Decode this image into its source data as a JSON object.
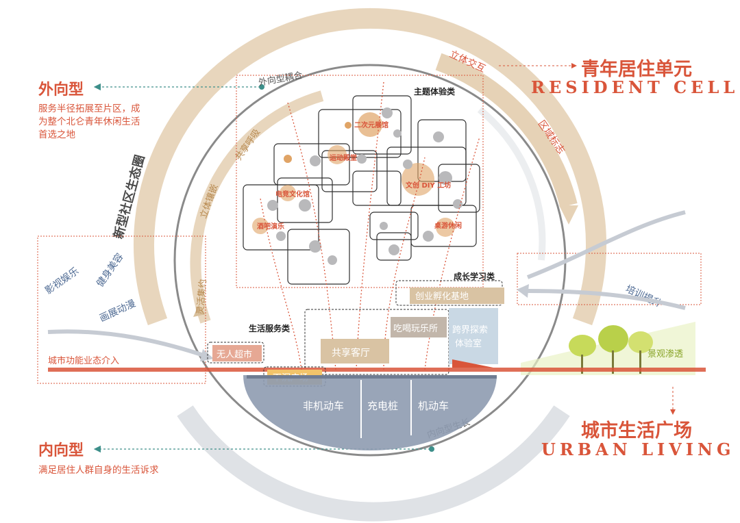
{
  "left_panel": {
    "outward": {
      "title": "外向型",
      "desc_line1": "服务半径拓展至片区，成",
      "desc_line2": "为整个北仑青年休闲生活",
      "desc_line3": "首选之地"
    },
    "inward": {
      "title": "内向型",
      "desc": "满足居住人群自身的生活诉求"
    },
    "side_items": [
      "影视娱乐",
      "健身美容",
      "画展动漫"
    ],
    "ring_label": "新型社区生态圈"
  },
  "right_panel": {
    "resident": {
      "cn": "青年居住单元",
      "en": "RESIDENT CELL"
    },
    "urban": {
      "cn": "城市生活广场",
      "en": "URBAN LIVING"
    },
    "training": "培训提升",
    "landscape": "景观渗透"
  },
  "ring_labels": {
    "outward_coupling": "外向型耦合",
    "inward_growth": "内向型生长",
    "interactive_3d": "立体交互",
    "landmark": "区域标志",
    "shared_breath": "共享呼吸",
    "vertical_mosaic": "立体镶嵌",
    "flexible_intensive": "灵活集约"
  },
  "categories": {
    "theme": "主题体验类",
    "growth": "成长学习类",
    "service": "生活服务类"
  },
  "theme_spots": [
    "二次元展馆",
    "运动殿堂",
    "文创 DIY 工坊",
    "电竞文化馆",
    "酒吧演乐",
    "桌游休闲"
  ],
  "functions": {
    "supermarket": "无人超市",
    "sunken_plaza": "下沉广场",
    "shared_lounge": "共享客厅",
    "food_fun": "吃喝玩乐所",
    "explore_1": "跨界探索",
    "explore_2": "体验室",
    "startup": "创业孵化基地",
    "city_intro": "城市功能业态介入"
  },
  "parking": [
    "非机动车",
    "充电桩",
    "机动车"
  ],
  "colors": {
    "accent_red": "#d9553a",
    "ring_tan": "#e3cfb4",
    "ring_grey": "#dcdfe3",
    "dot_orange": "#e0a466",
    "dot_grey": "#b9b9bb",
    "parking_blue": "#8e9bb0",
    "box_tan": "#d9c3a3",
    "box_blue": "#c9d8e4",
    "label_blue": "#4e6a93"
  },
  "icons": [
    "arrow-left-icon",
    "arrow-right-icon",
    "tree-icon"
  ]
}
